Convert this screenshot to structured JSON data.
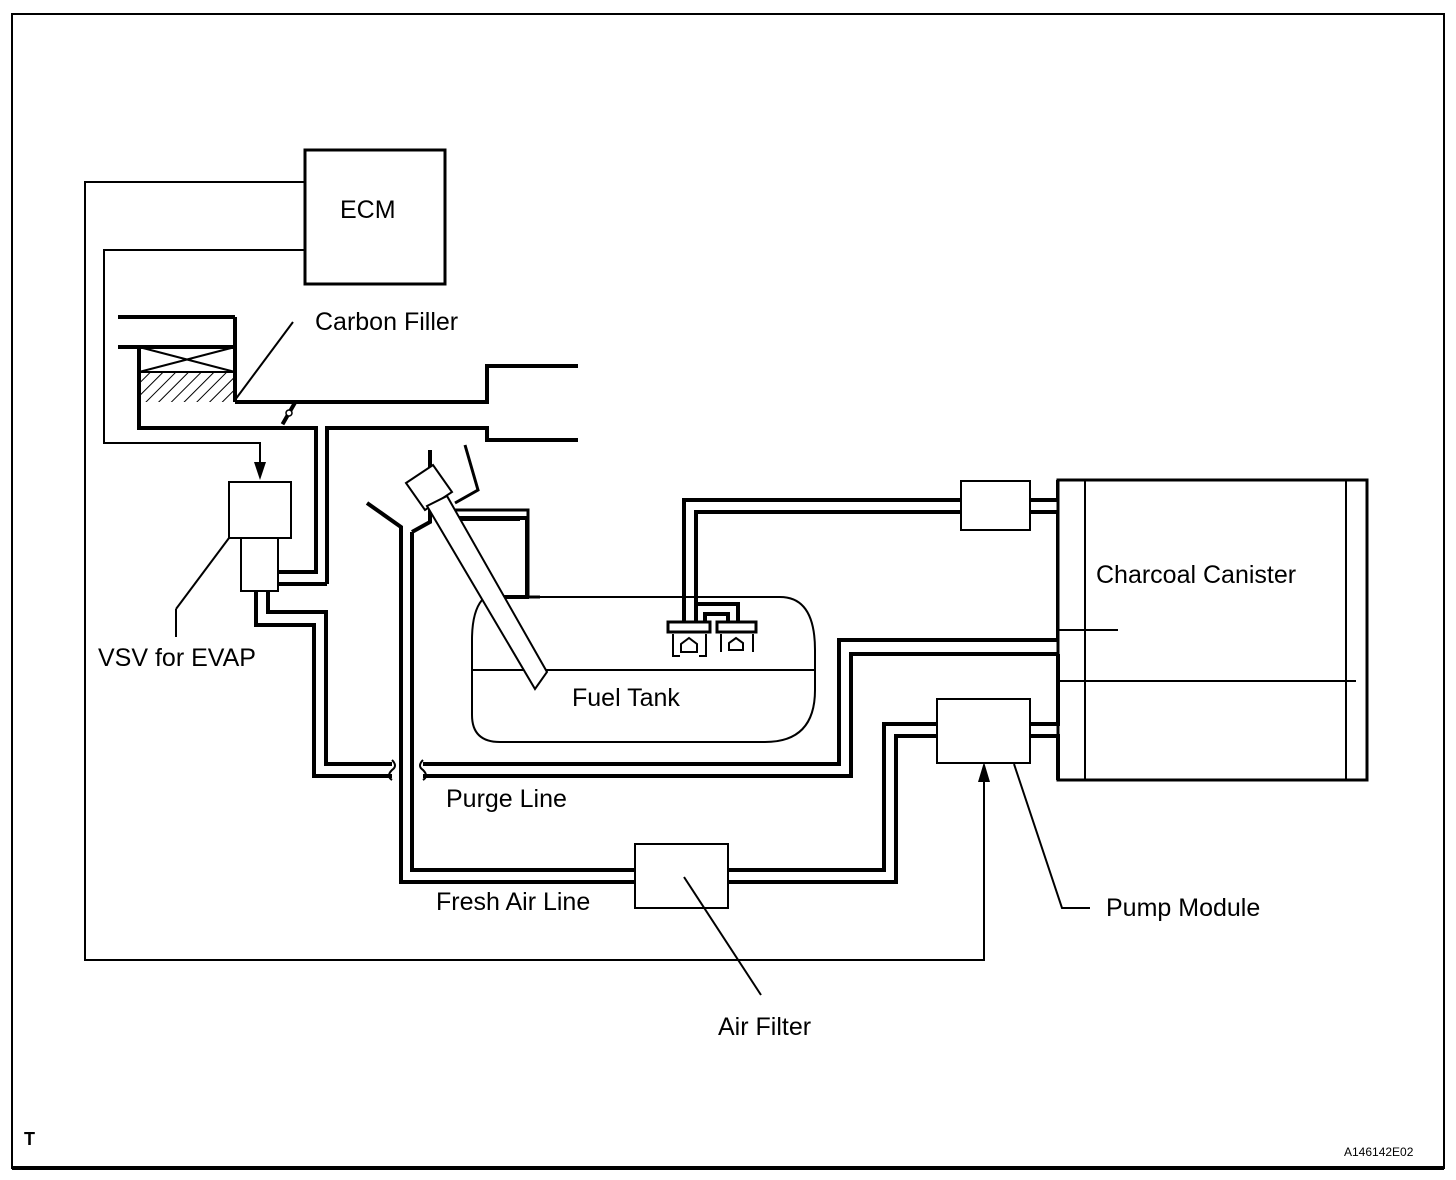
{
  "diagram": {
    "title": "EVAP System Diagram",
    "colors": {
      "line": "#000000",
      "background": "#ffffff"
    },
    "components": {
      "ecm": "ECM",
      "carbon_filler": "Carbon Filler",
      "vsv": "VSV for EVAP",
      "fuel_tank": "Fuel Tank",
      "charcoal_canister": "Charcoal Canister",
      "purge_line": "Purge Line",
      "fresh_air_line": "Fresh Air Line",
      "air_filter": "Air Filter",
      "pump_module": "Pump Module"
    },
    "footer": {
      "corner_mark": "T",
      "figure_code": "A146142E02"
    }
  }
}
